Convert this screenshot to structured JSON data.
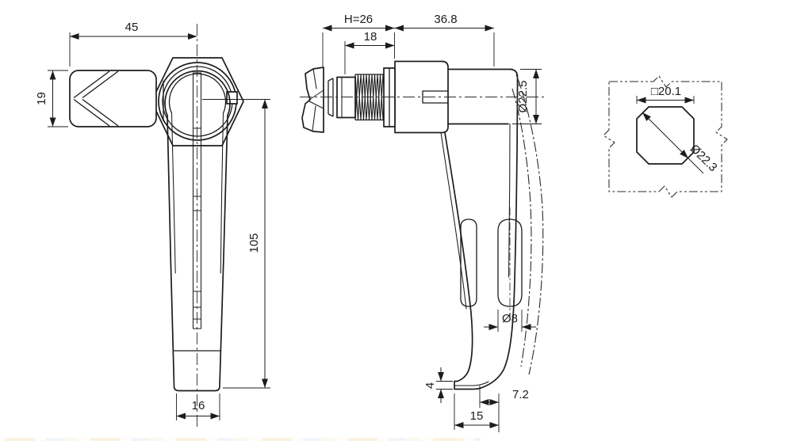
{
  "drawing": {
    "front_view": {
      "dim_width": "45",
      "dim_head_height": "19",
      "dim_handle_length": "105",
      "dim_tip_width": "16"
    },
    "side_view": {
      "dim_head_depth": "H=26",
      "dim_thread_length": "18",
      "dim_body_depth": "36.8",
      "dim_body_diameter": "Ø22.5",
      "dim_slot_diameter": "Ø8",
      "dim_tip_thickness": "4",
      "dim_hook_offset": "7.2",
      "dim_foot_length": "15"
    },
    "cutout_view": {
      "dim_square": "□20.1",
      "dim_diagonal": "Ø22.3"
    }
  },
  "colors": {
    "line": "#1c1c1c",
    "background": "#ffffff"
  }
}
